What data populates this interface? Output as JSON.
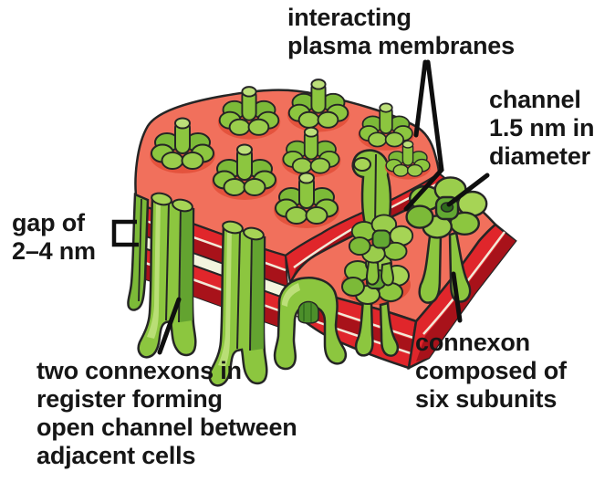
{
  "figure": {
    "labels": {
      "interacting_plasma_membranes": {
        "lines": [
          "interacting",
          "plasma membranes"
        ]
      },
      "channel_diameter": {
        "lines": [
          "channel",
          "1.5 nm in",
          "diameter"
        ]
      },
      "gap": {
        "lines": [
          "gap of",
          "2–4 nm"
        ]
      },
      "two_connexons": {
        "lines": [
          "two connexons in",
          "register forming",
          "open channel between",
          "adjacent cells"
        ]
      },
      "connexon_six_subunits": {
        "lines": [
          "connexon",
          "composed of",
          "six subunits"
        ]
      }
    },
    "colors": {
      "membrane_surface_salmon": "#F1705C",
      "membrane_shadow_red": "#E2503A",
      "membrane_edge_red": "#E0262B",
      "membrane_edge_dark_red": "#A8121A",
      "edge_divider_cream": "#F2E9D8",
      "gap_fill": "#F3F4DE",
      "connexon_green": "#8CC63F",
      "connexon_green_light": "#BCDF79",
      "connexon_green_pale": "#A6D455",
      "connexon_green_dark": "#5E9E2F",
      "connexon_lumen_dark": "#2F6B1D",
      "outline": "#252525",
      "leader_line": "#0F0F0F",
      "label_text": "#161616",
      "background": "#FFFFFF"
    }
  }
}
